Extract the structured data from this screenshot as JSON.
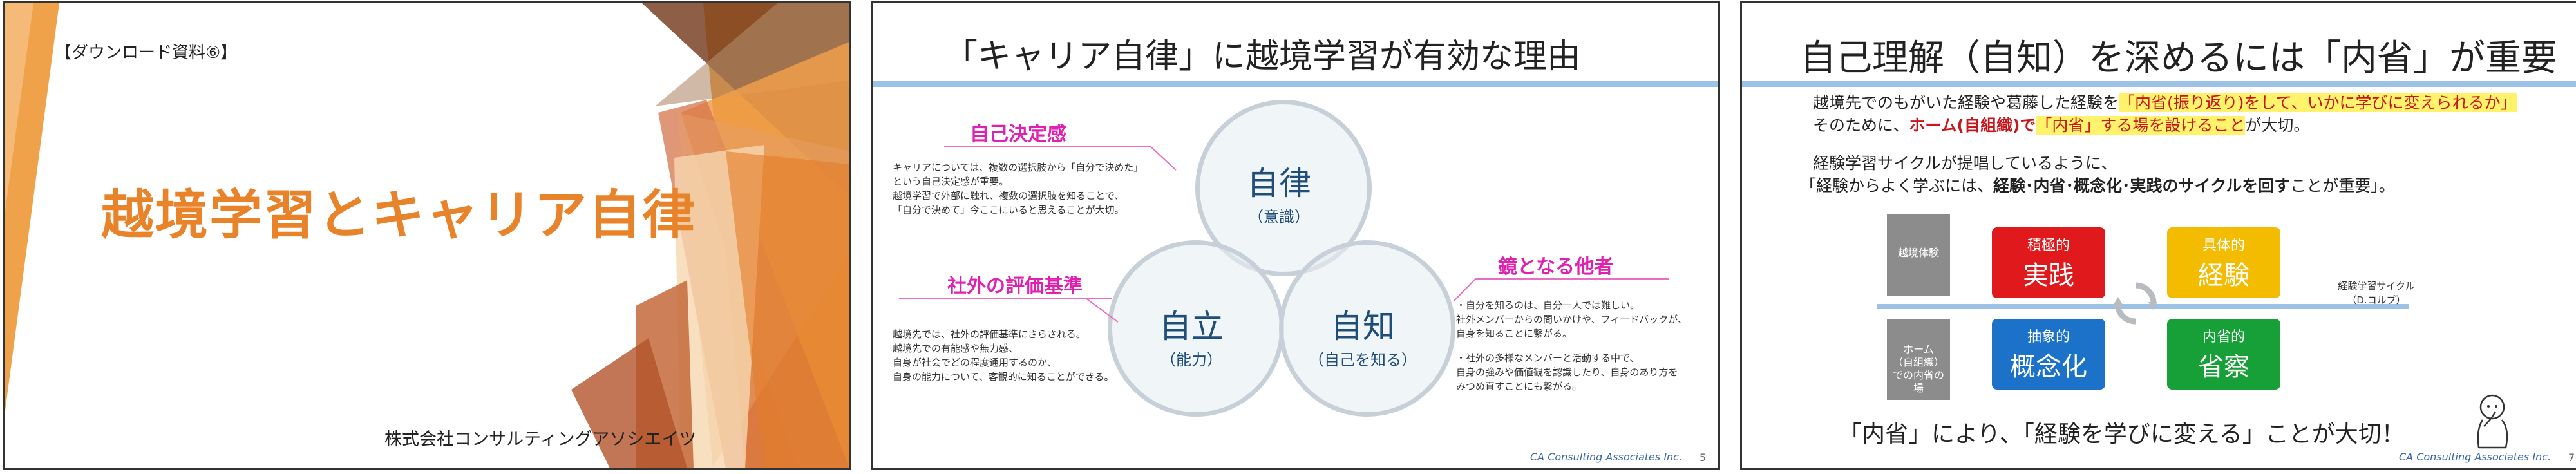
{
  "slide1": {
    "tag": "【ダウンロード資料⑥】",
    "title": "越境学習とキャリア自律",
    "company": "株式会社コンサルティングアソシエイツ"
  },
  "slide2": {
    "title": "「キャリア自律」に越境学習が有効な理由",
    "circle_top": {
      "main": "自律",
      "sub": "（意識）"
    },
    "circle_left": {
      "main": "自立",
      "sub": "（能力）"
    },
    "circle_right": {
      "main": "自知",
      "sub": "（自己を知る）"
    },
    "label_decision": "自己決定感",
    "text_decision": "キャリアについては、複数の選択肢から「自分で決めた」\nという自己決定感が重要。\n越境学習で外部に触れ、複数の選択肢を知ることで、\n「自分で決めて」今ここにいると思えることが大切。",
    "label_external": "社外の評価基準",
    "text_external": "越境先では、社外の評価基準にさらされる。\n越境先での有能感や無力感、\n自身が社会でどの程度通用するのか、\n自身の能力について、客観的に知ることができる。",
    "label_mirror": "鏡となる他者",
    "text_mirror1": "・自分を知るのは、自分一人では難しい。\n社外メンバーからの問いかけや、フィードバックが、\n自身を知ることに繋がる。",
    "text_mirror2": "・社外の多様なメンバーと活動する中で、\n自身の強みや価値観を認識したり、自身のあり方を\nみつめ直すことにも繋がる。",
    "logo": "CA Consulting Associates Inc.",
    "page": "5"
  },
  "slide3": {
    "title": "自己理解（自知）を深めるには「内省」が重要",
    "line1_a": "越境先でのもがいた経験や葛藤した経験を",
    "line1_b": "「内省(振り返り)をして、いかに学びに変えられるか」",
    "line2_a": "そのために、",
    "line2_b": "ホーム(自組織)で",
    "line2_c": "「内省」する場を設けること",
    "line2_d": "が大切。",
    "line3": "経験学習サイクルが提唱しているように、",
    "line4_a": "「経験からよく学ぶには、",
    "line4_b": "経験･内省･概念化･実践のサイクルを回す",
    "line4_c": "ことが重要」。",
    "gray_top": "越境体験",
    "gray_bottom": "ホーム\n（自組織）\nでの内省の\n場",
    "box_red": {
      "sm": "積極的",
      "lg": "実践"
    },
    "box_yellow": {
      "sm": "具体的",
      "lg": "経験"
    },
    "box_blue": {
      "sm": "抽象的",
      "lg": "概念化"
    },
    "box_green": {
      "sm": "内省的",
      "lg": "省察"
    },
    "cycle_note": "経験学習サイクル\n（D.コルブ）",
    "bottom": "「内省」により、「経験を学びに変える」ことが大切！",
    "logo": "CA Consulting Associates Inc.",
    "page": "7"
  }
}
